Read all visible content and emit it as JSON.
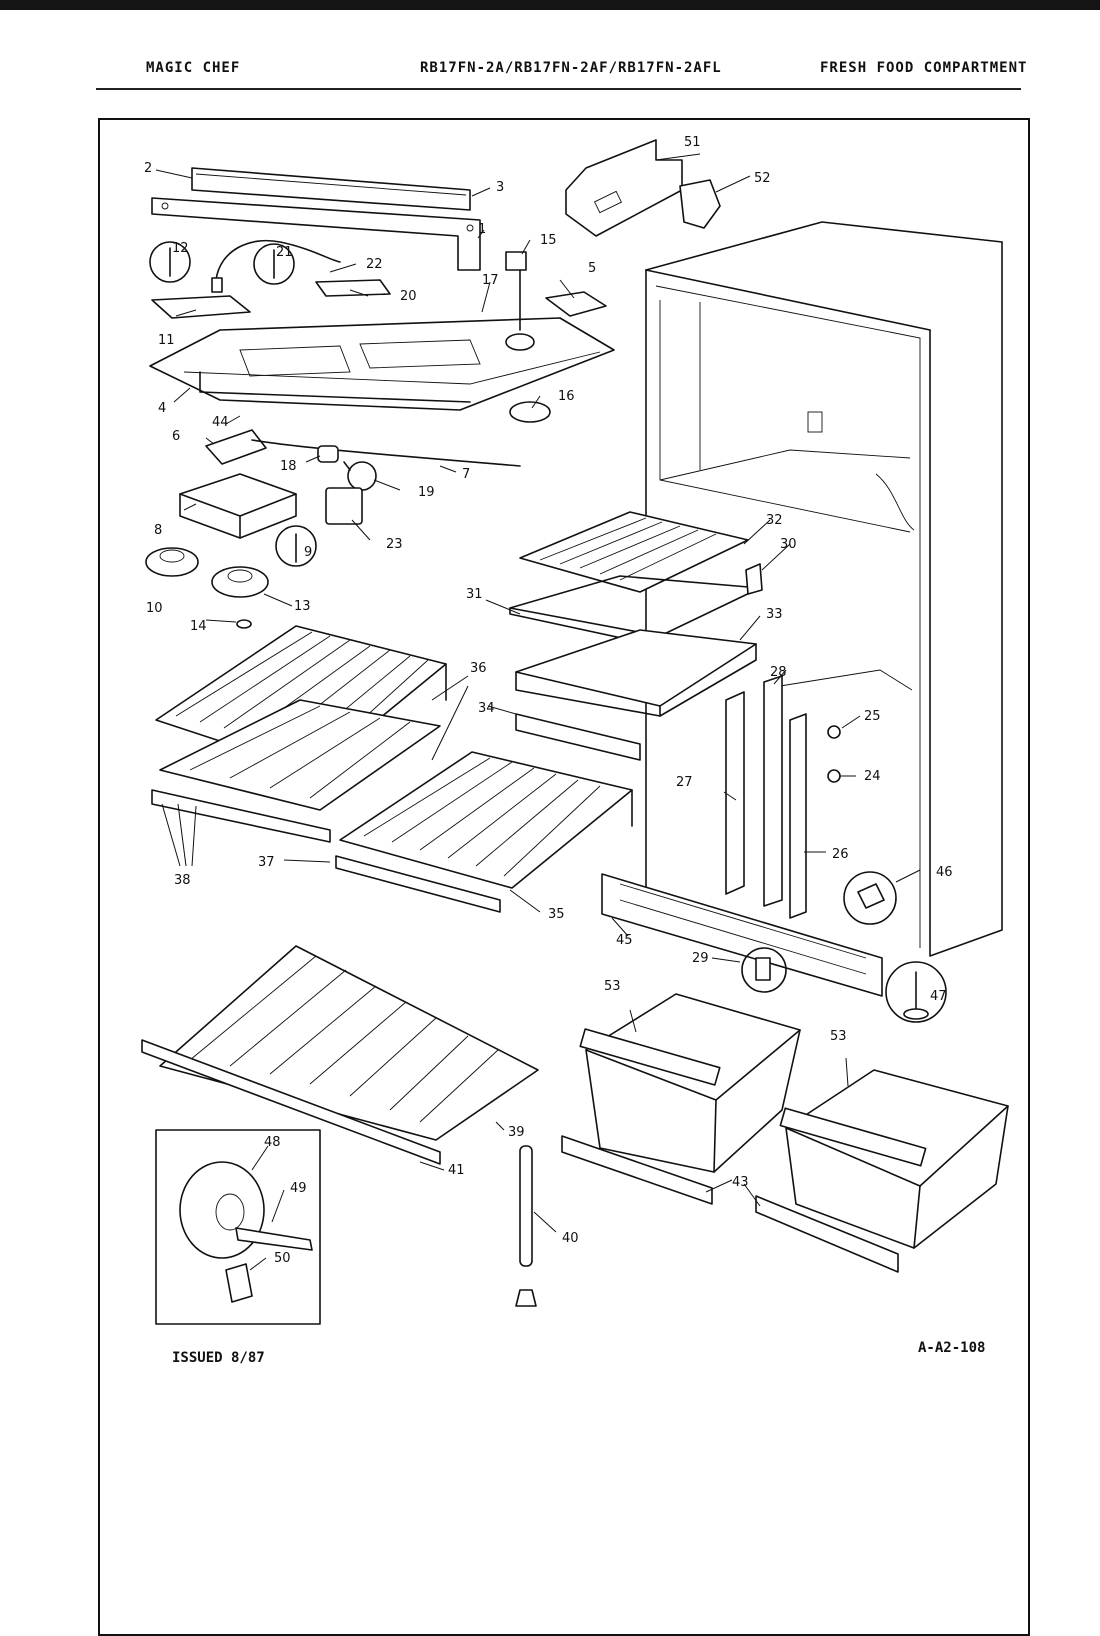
{
  "header": {
    "brand": "MAGIC CHEF",
    "models": "RB17FN-2A/RB17FN-2AF/RB17FN-2AFL",
    "section": "FRESH FOOD COMPARTMENT"
  },
  "footer": {
    "issued": "ISSUED 8/87",
    "doc_number": "A-A2-108"
  },
  "callouts": [
    "1",
    "2",
    "3",
    "4",
    "5",
    "6",
    "7",
    "8",
    "9",
    "10",
    "11",
    "12",
    "13",
    "14",
    "15",
    "16",
    "17",
    "18",
    "19",
    "20",
    "21",
    "22",
    "23",
    "24",
    "25",
    "26",
    "27",
    "28",
    "29",
    "30",
    "31",
    "32",
    "33",
    "34",
    "35",
    "36",
    "37",
    "38",
    "39",
    "40",
    "41",
    "43",
    "44",
    "45",
    "46",
    "47",
    "48",
    "49",
    "50",
    "51",
    "52",
    "53"
  ]
}
